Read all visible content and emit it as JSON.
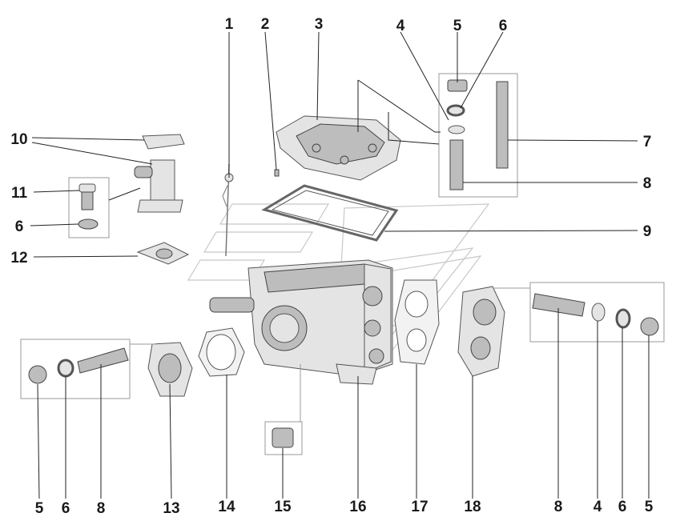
{
  "diagram": {
    "labels": {
      "l1": "1",
      "l2": "2",
      "l3": "3",
      "l4_top": "4",
      "l5_top": "5",
      "l6_top": "6",
      "l7": "7",
      "l8_right": "8",
      "l9": "9",
      "l10": "10",
      "l11": "11",
      "l6_left": "6",
      "l12": "12",
      "b5_left": "5",
      "b6_left": "6",
      "b8_left": "8",
      "l13": "13",
      "l14": "14",
      "l15": "15",
      "l16": "16",
      "l17": "17",
      "l18": "18",
      "b8_right": "8",
      "b4_right": "4",
      "b6_right": "6",
      "b5_right": "5"
    }
  }
}
